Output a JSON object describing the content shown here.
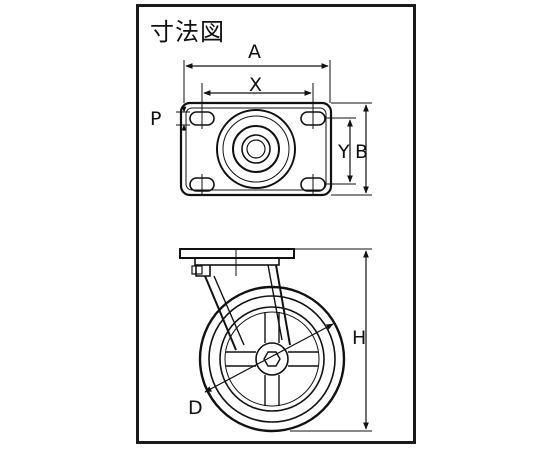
{
  "title": "寸法図",
  "labels": {
    "A": "A",
    "X": "X",
    "P": "P",
    "Y": "Y",
    "B": "B",
    "H": "H",
    "D": "D"
  }
}
